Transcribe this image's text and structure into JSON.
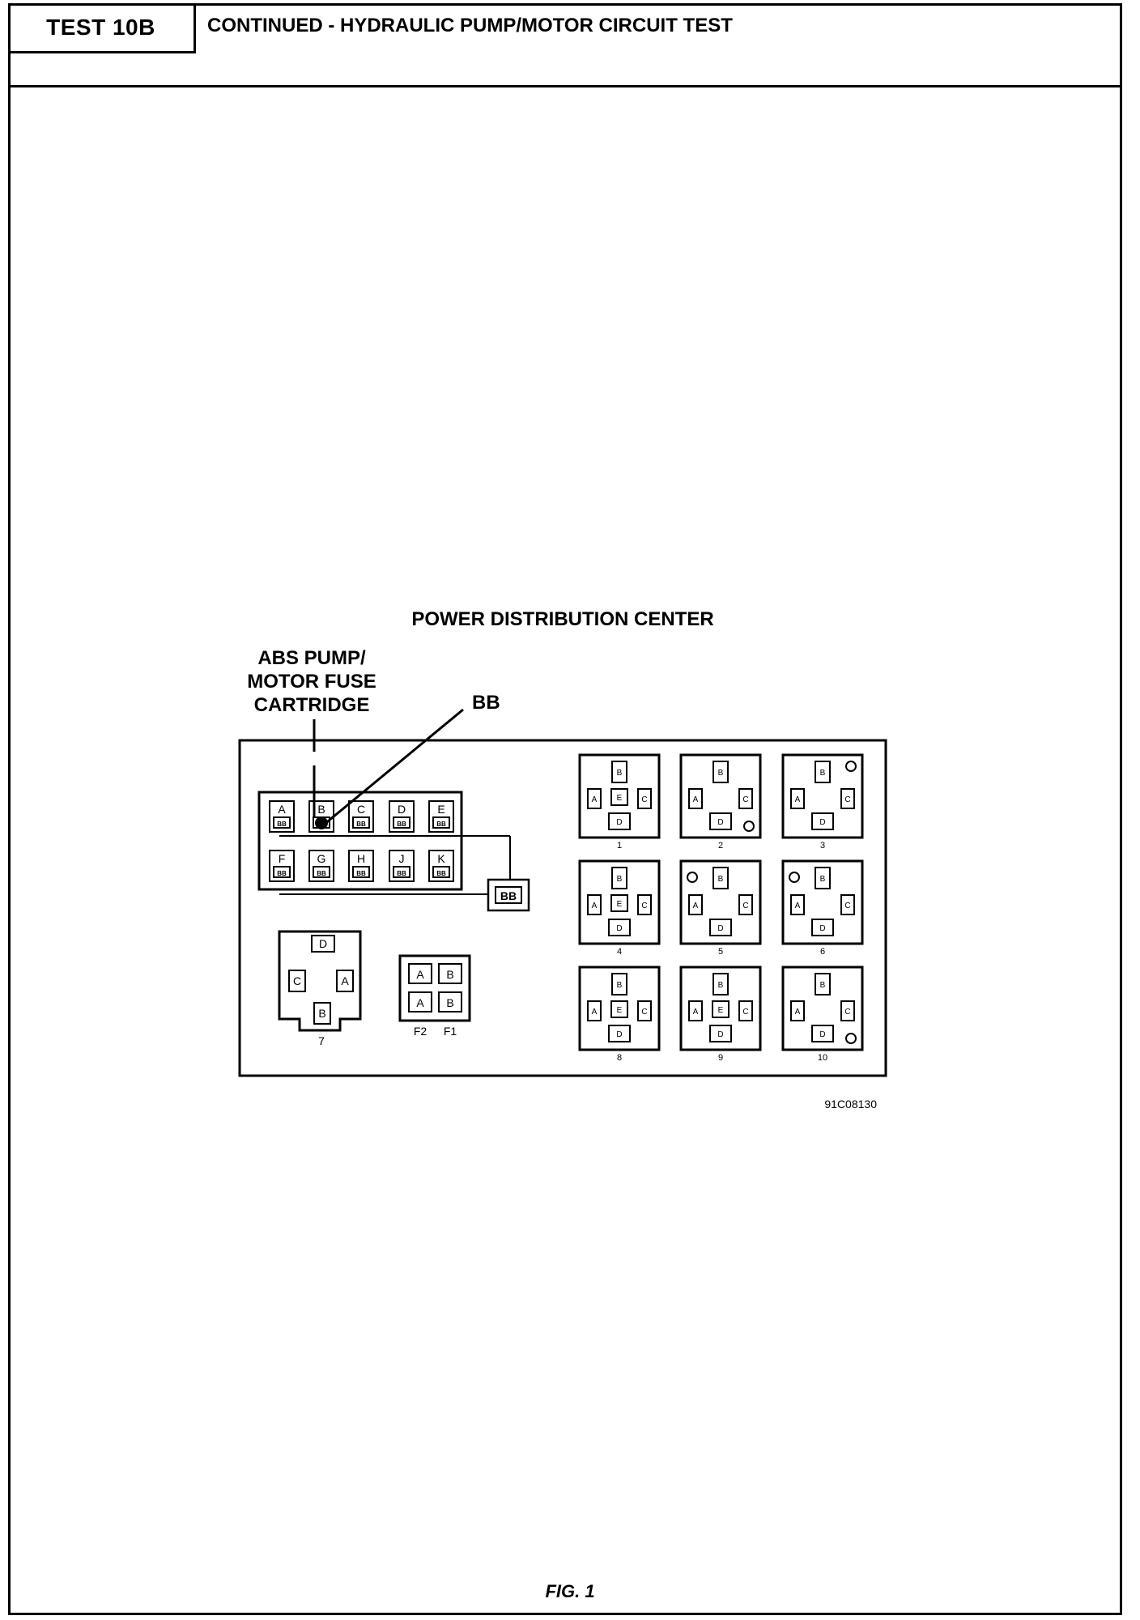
{
  "header": {
    "test_label": "TEST 10B",
    "title": "CONTINUED - HYDRAULIC PUMP/MOTOR CIRCUIT TEST"
  },
  "diagram": {
    "title": "POWER DISTRIBUTION CENTER",
    "callout_fuse_lines": [
      "ABS PUMP/",
      "MOTOR FUSE",
      "CARTRIDGE"
    ],
    "callout_bb": "BB",
    "fuse_row_top": [
      "A",
      "B",
      "C",
      "D",
      "E"
    ],
    "fuse_row_bottom": [
      "F",
      "G",
      "H",
      "J",
      "K"
    ],
    "fuse_inner": "BB",
    "bus_label": "BB",
    "connector_7_pins": [
      "D",
      "C",
      "A",
      "B"
    ],
    "connector_7_number": "7",
    "f_block": {
      "cells": [
        "A",
        "B",
        "A",
        "B"
      ],
      "labels": [
        "F2",
        "F1"
      ]
    },
    "relay_numbers": [
      "1",
      "2",
      "3",
      "4",
      "5",
      "6",
      "8",
      "9",
      "10"
    ],
    "relay_pins": [
      "B",
      "A",
      "C",
      "E",
      "D"
    ],
    "part_number": "91C08130"
  },
  "figure_caption": "FIG. 1"
}
